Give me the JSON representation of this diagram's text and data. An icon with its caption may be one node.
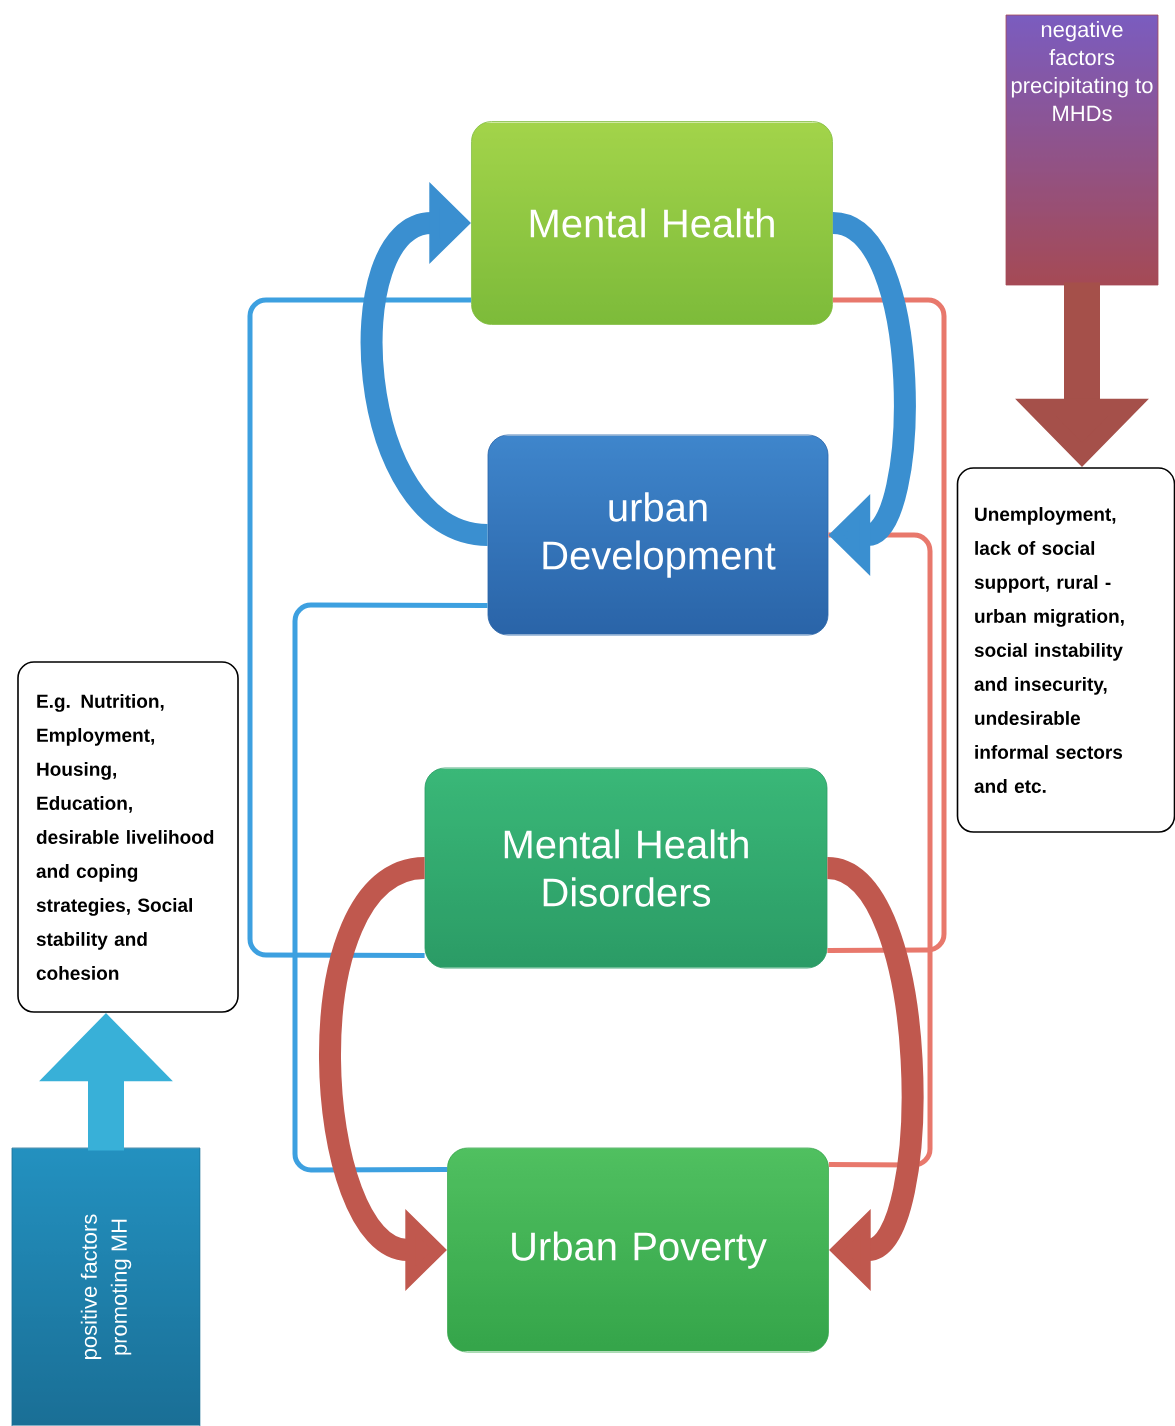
{
  "diagram": {
    "nodes": [
      {
        "text": [
          "Mental Health"
        ]
      },
      {
        "text": [
          "urban Development"
        ]
      },
      {
        "text": [
          "Mental Health Disorders"
        ]
      },
      {
        "text": [
          "Urban Poverty"
        ]
      },
      {
        "text": [
          "negative factors precipitating to MHDs"
        ]
      },
      {
        "text": [
          "Unemployment, lack of social support, rural - urban migration, social instability and insecurity, undesirable informal sectors and etc."
        ]
      },
      {
        "text": [
          "E.g. Nutrition, Employment, Housing, Education, desirable livelihood and coping strategies, Social stability and cohesion"
        ]
      },
      {
        "text": [
          "positive factors promoting MH"
        ]
      }
    ],
    "edges": [
      {
        "from": 0,
        "to": 2,
        "arrow": "none",
        "color": "#3da0e0"
      },
      {
        "from": 1,
        "to": 3,
        "arrow": "none",
        "color": "#3da0e0"
      },
      {
        "from": 0,
        "to": 2,
        "arrow": "none",
        "color": "#e8786c"
      },
      {
        "from": 1,
        "to": 3,
        "arrow": "none",
        "color": "#e8786c"
      },
      {
        "from": 1,
        "to": 0,
        "arrow": "to",
        "color": "#3a8fd0"
      },
      {
        "from": 0,
        "to": 1,
        "arrow": "to",
        "color": "#3a8fd0"
      },
      {
        "from": 2,
        "to": 3,
        "arrow": "to",
        "color": "#c0584e"
      },
      {
        "from": 2,
        "to": 3,
        "arrow": "to",
        "color": "#c0584e"
      },
      {
        "from": 4,
        "to": 5,
        "arrow": "to",
        "color": "#a5504a"
      },
      {
        "from": 7,
        "to": 6,
        "arrow": "to",
        "color": "#38b0d8"
      }
    ]
  }
}
